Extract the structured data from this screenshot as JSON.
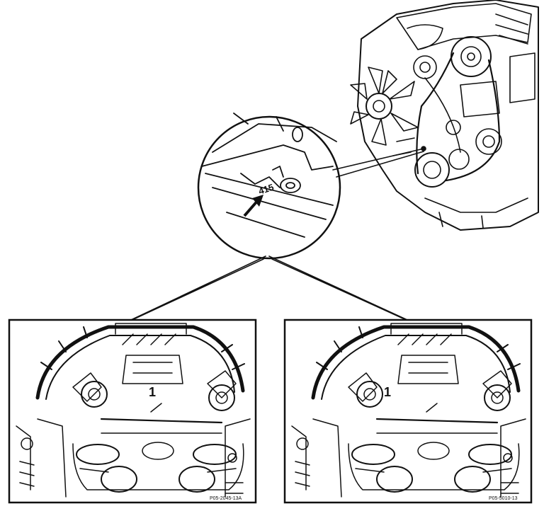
{
  "figure": {
    "detail_label": "415",
    "left_panel": {
      "marker": "1",
      "figure_code": "P05-2045-13A"
    },
    "right_panel": {
      "marker": "1",
      "figure_code": "P05-5010-13"
    }
  },
  "colors": {
    "ink": "#111111",
    "paper": "#ffffff"
  }
}
